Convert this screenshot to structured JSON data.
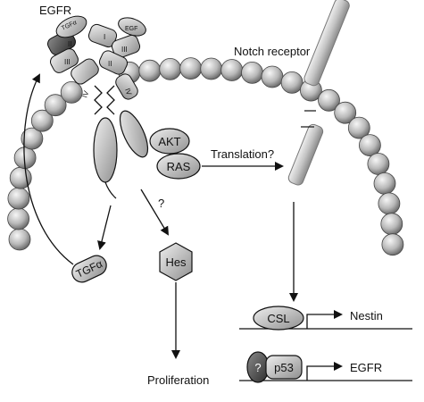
{
  "labels": {
    "egfr_title": "EGFR",
    "notch_receptor": "Notch receptor",
    "akt": "AKT",
    "ras": "RAS",
    "translation": "Translation?",
    "question": "?",
    "hes": "Hes",
    "tgf_alpha": "TGFα",
    "tgf_small": "TGFα",
    "egf_small": "EGF",
    "proliferation": "Proliferation",
    "csl": "CSL",
    "nestin": "Nestin",
    "unknown_factor": "?",
    "p53": "p53",
    "egfr_target": "EGFR",
    "domain_i": "I",
    "domain_ii": "II",
    "domain_iii": "III",
    "domain_iv": "IV"
  },
  "colors": {
    "bead_light": "#f4f4f4",
    "bead_dark": "#6e6e6e",
    "protein_fill": "#c9c9c9",
    "dark_protein": "#4a4a4a",
    "line": "#111111"
  }
}
